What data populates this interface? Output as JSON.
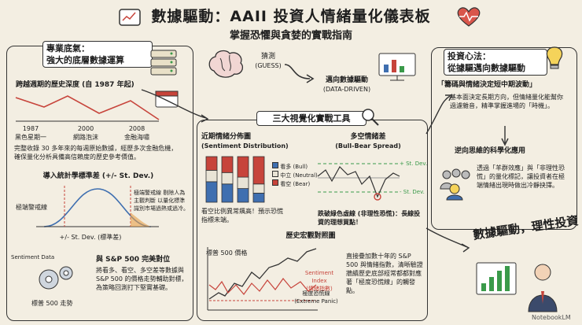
{
  "header": {
    "title": "數據驅動：AAII 投資人情緒量化儀表板",
    "subtitle": "掌握恐懼與貪婪的實戰指南"
  },
  "left": {
    "heading": [
      "專業底氣：",
      "強大的底層數據運算"
    ],
    "history_title": "跨越週期的歷史深度 (自 1987 年起)",
    "events": [
      {
        "year": "1987",
        "label": "黑色星期一"
      },
      {
        "year": "2000",
        "label": "網路泡沫"
      },
      {
        "year": "2008",
        "label": "金融海嘯"
      }
    ],
    "history_text": "完整收錄 30 多年來的每週原始數據，經歷多次金融危機，確保量化分析具備高信賴度的歷史參考價值。",
    "std_title": "導入統計學標準差 (+/- St. Dev.)",
    "std_left_label": "極端警戒線",
    "std_right_label": "極端警戒線 剔除人為主觀判斷 以量化標準識別市場過熱或過冷。",
    "std_axis_label": "+/- St. Dev. (標準差)",
    "align_title": "與 S&P 500 完美對位",
    "align_text": "將看多、看空、多空差等數據與 S&P 500 的價格走勢輔助對標，為策略回測打下堅實基礎。",
    "sentiment_data_label": "Sentiment Data",
    "sp500_trend_label": "標普 500 走勢"
  },
  "center": {
    "guess_label": "猜測",
    "guess_en": "(GUESS)",
    "data_driven_label": "邁向數據驅動",
    "data_driven_en": "(DATA-DRIVEN)",
    "tools_title": "三大視覺化實戰工具",
    "dist_title": "近期情緒分佈圖",
    "dist_en": "(Sentiment Distribution)",
    "legend": [
      {
        "label": "看多 (Bull)",
        "color": "#3f6fb0"
      },
      {
        "label": "中立 (Neutral)",
        "color": "#e9e4d6"
      },
      {
        "label": "看空 (Bear)",
        "color": "#c7443b"
      }
    ],
    "dist_caption": "看空比例異常飆高！預示恐慌指標未端。",
    "spread_title": "多空情緒差",
    "spread_en": "(Bull-Bear Spread)",
    "spread_upper": "+ St. Dev.",
    "spread_lower": "- St. Dev.",
    "spread_cross_label": "跌破綠色虛線 (非理性恐慌)：長線投資的理想買點！",
    "history_chart_title": "歷史宏觀對照圖",
    "sp500_label": "標普 500 價格",
    "sentiment_index_label": "Sentiment Index",
    "sentiment_index_cn": "(情緒指數)",
    "extreme_label": "極度恐慌線",
    "extreme_en": "(Extreme Panic)",
    "history_chart_text": "直接疊加數十年的 S&P 500 與情緒指數，清晰驗證牆續歷史底部經常都都對應著「極度恐慌線」的觸發點。"
  },
  "right": {
    "heading": [
      "投資心法：",
      "從據驅邁向數據驅動"
    ],
    "quote": "「籌碼與情緒決定短中期波動」",
    "quote_text": "基本面決定長期方向，但情緒量化能幫你過濾雜音，精準掌握進場的「時機」。",
    "science_title": "逆向思維的科學化應用",
    "science_text": "透過「羊群效應」與「非理性恐慌」的量化標記，讓投資者在極端情緒出現時做出冷靜抉擇。",
    "slogan": "數據驅動，理性投資"
  },
  "brand": "NotebookLM"
}
